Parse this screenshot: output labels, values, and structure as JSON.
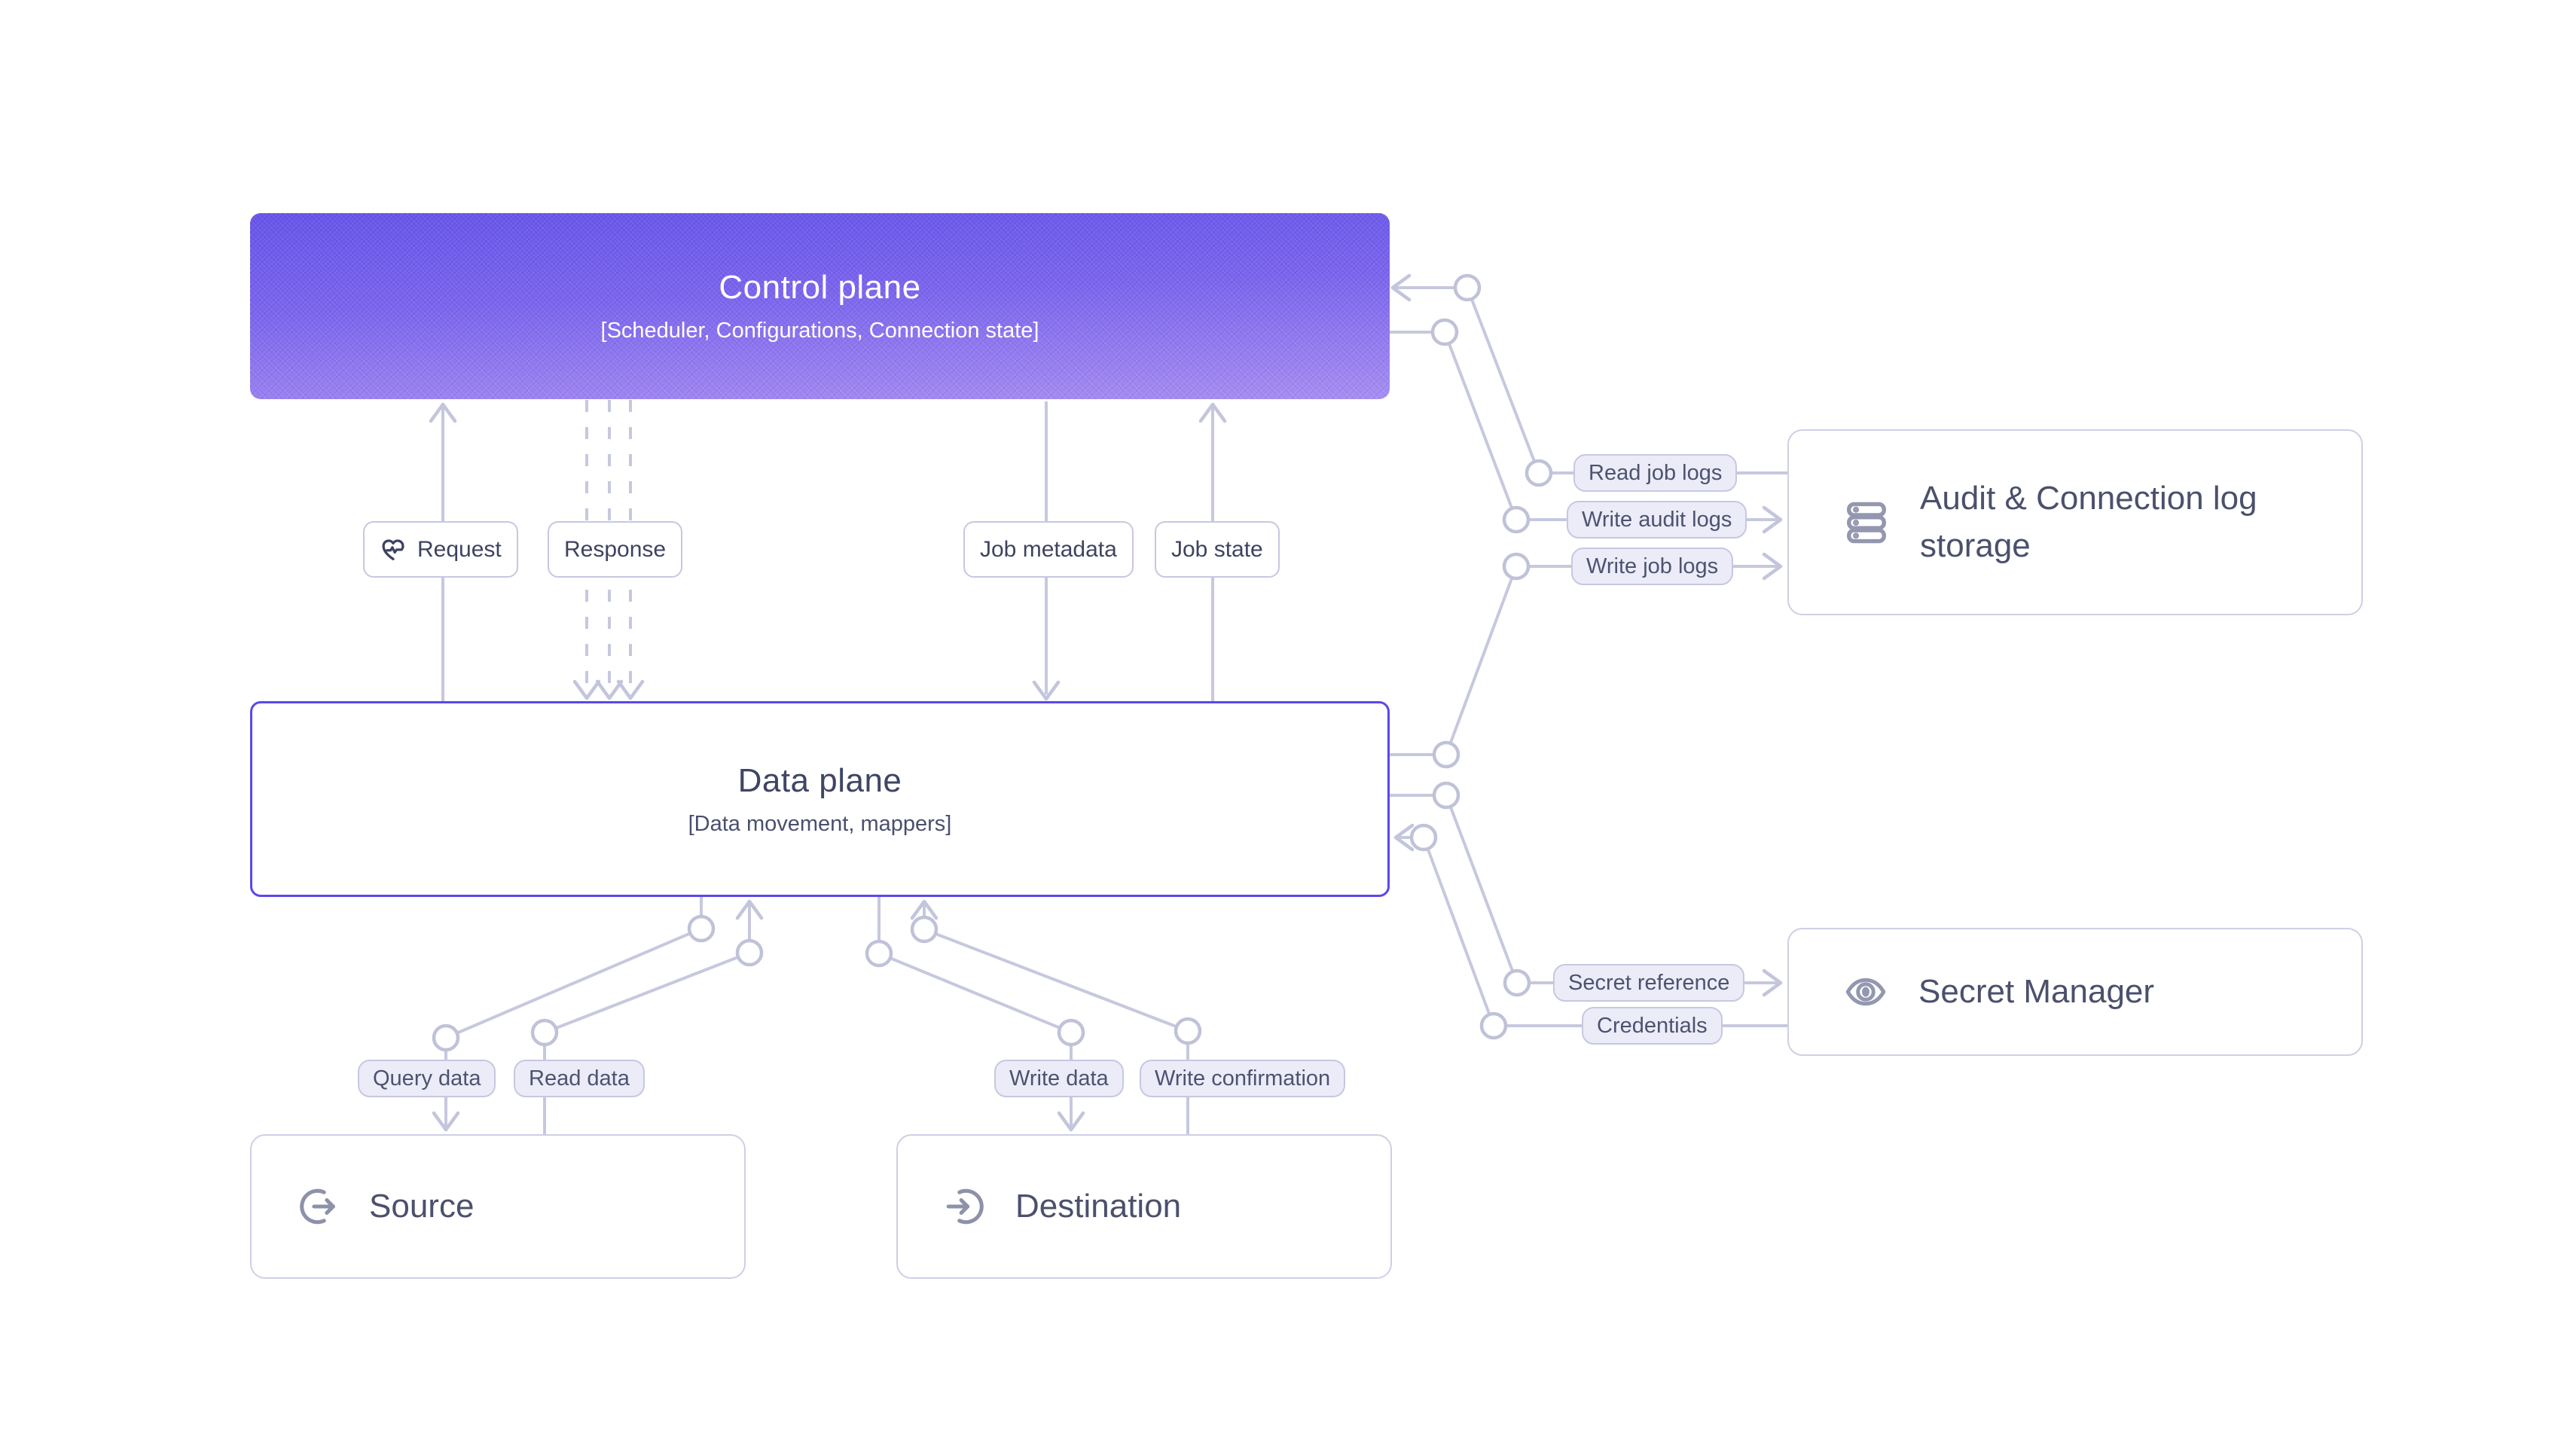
{
  "diagram": {
    "control_plane": {
      "title": "Control plane",
      "subtitle": "[Scheduler, Configurations, Connection state]"
    },
    "data_plane": {
      "title": "Data plane",
      "subtitle": "[Data movement, mappers]"
    },
    "nodes": {
      "audit": {
        "title": "Audit & Connection log storage",
        "icon": "database-icon"
      },
      "secret": {
        "title": "Secret Manager",
        "icon": "eye-icon"
      },
      "source": {
        "title": "Source",
        "icon": "log-out-icon"
      },
      "destination": {
        "title": "Destination",
        "icon": "log-in-icon"
      }
    },
    "edge_labels": {
      "request": "Request",
      "response": "Response",
      "job_metadata": "Job metadata",
      "job_state": "Job state",
      "read_job_logs": "Read job logs",
      "write_audit_logs": "Write audit logs",
      "write_job_logs": "Write job logs",
      "secret_reference": "Secret reference",
      "credentials": "Credentials",
      "query_data": "Query data",
      "read_data": "Read data",
      "write_data": "Write data",
      "write_confirmation": "Write confirmation"
    },
    "colors": {
      "control_plane_gradient_top": "#6553e8",
      "control_plane_gradient_bottom": "#a78ef1",
      "data_plane_border": "#5a48ec",
      "wire": "#c6c8de",
      "pill_background": "#ebecf8",
      "pill_border": "#c6c8e0",
      "box_border": "#cdd0e4",
      "text_dark": "#4b506c",
      "icon_gray": "#9397af"
    }
  }
}
